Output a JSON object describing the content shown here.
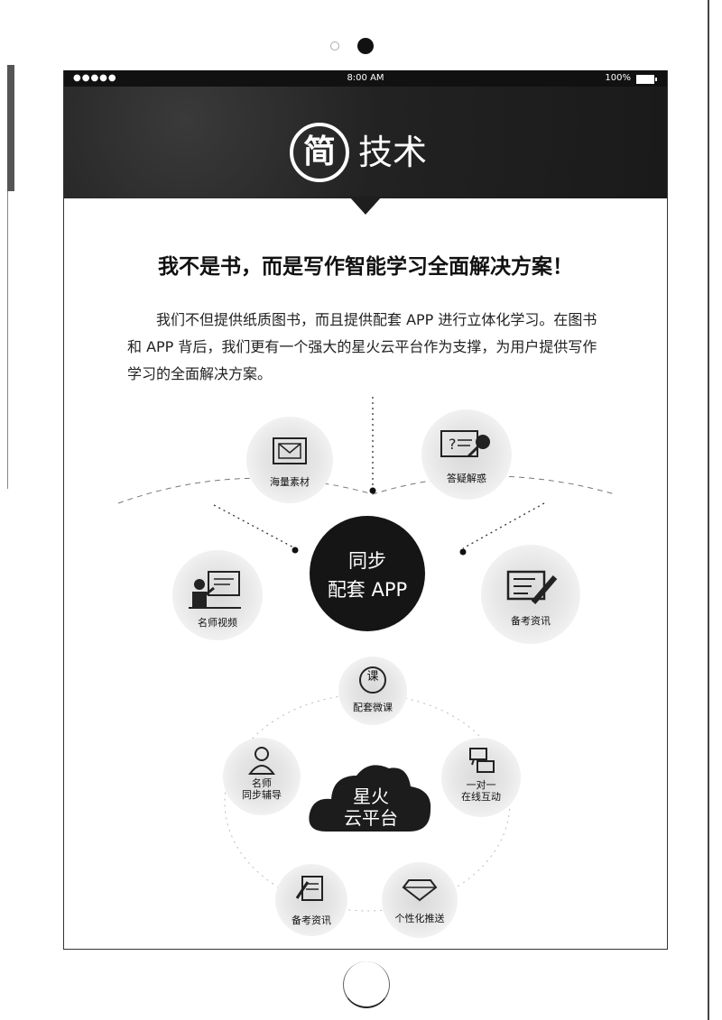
{
  "statusbar": {
    "signal": "●●●●● ",
    "time": "8:00 AM",
    "battery": "100%"
  },
  "banner": {
    "logo_char": "简",
    "title": "技术"
  },
  "headline": "我不是书，而是写作智能学习全面解决方案！",
  "intro": "我们不但提供纸质图书，而且提供配套 APP 进行立体化学习。在图书和 APP 背后，我们更有一个强大的星火云平台作为支撑，为用户提供写作学习的全面解决方案。",
  "app_section": {
    "center_line1": "同步",
    "center_line2": "配套 APP",
    "features": [
      {
        "label": "海量素材",
        "icon": "mail-icon"
      },
      {
        "label": "答疑解惑",
        "icon": "question-magnify-icon"
      },
      {
        "label": "名师视频",
        "icon": "teacher-board-icon"
      },
      {
        "label": "备考资讯",
        "icon": "pencil-note-icon"
      }
    ]
  },
  "cloud_section": {
    "cloud_line1": "星火",
    "cloud_line2": "云平台",
    "features": [
      {
        "label": "配套微课",
        "icon": "course-icon",
        "icon_char": "课"
      },
      {
        "label_line1": "名师",
        "label_line2": "同步辅导",
        "icon": "teacher-person-icon"
      },
      {
        "label_line1": "一对一",
        "label_line2": "在线互动",
        "icon": "chat-icon"
      },
      {
        "label": "备考资讯",
        "icon": "notebook-pen-icon"
      },
      {
        "label": "个性化推送",
        "icon": "diamond-icon"
      }
    ]
  }
}
